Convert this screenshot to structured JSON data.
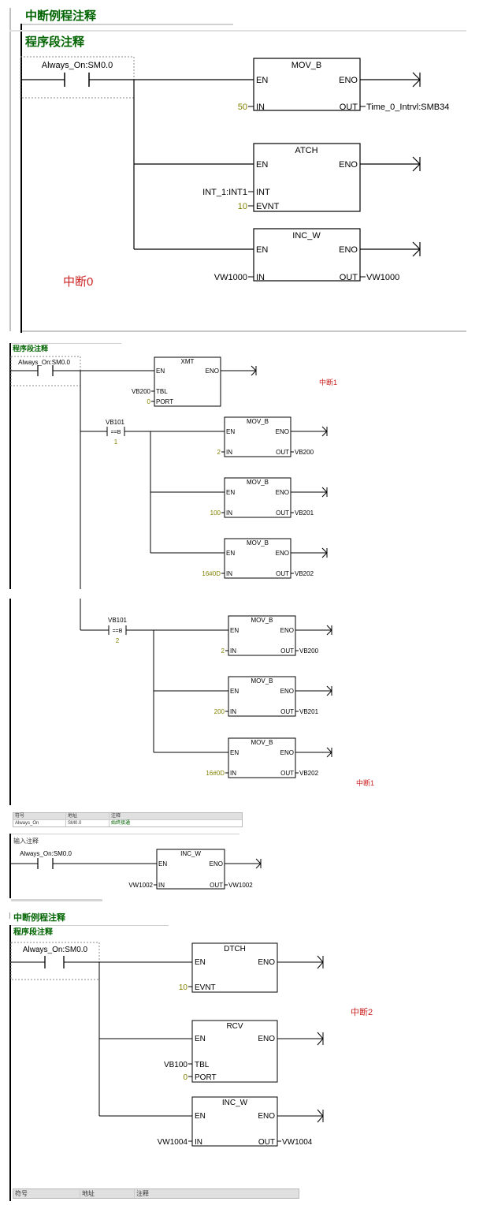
{
  "n1": {
    "title": "中断例程注释",
    "seg": "程序段注释",
    "contact": "Always_On:SM0.0",
    "boxes": [
      {
        "name": "MOV_B",
        "en": "EN",
        "eno": "ENO",
        "p1": "IN",
        "v1": "50",
        "o1": "OUT",
        "ov1": "Time_0_Intrvl:SMB34"
      },
      {
        "name": "ATCH",
        "en": "EN",
        "eno": "ENO",
        "p1": "INT",
        "v1": "INT_1:INT1",
        "p2": "EVNT",
        "v2": "10"
      },
      {
        "name": "INC_W",
        "en": "EN",
        "eno": "ENO",
        "p1": "IN",
        "v1": "VW1000",
        "o1": "OUT",
        "ov1": "VW1000"
      }
    ],
    "note": "中断0"
  },
  "n2": {
    "seg": "程序段注释",
    "contact": "Always_On:SM0.0",
    "xmt": {
      "name": "XMT",
      "en": "EN",
      "eno": "ENO",
      "p1": "TBL",
      "v1": "VB200",
      "p2": "PORT",
      "v2": "0"
    },
    "note": "中断1",
    "cmp1": {
      "addr": "VB101",
      "op": "==B",
      "val": "1"
    },
    "movs1": [
      {
        "name": "MOV_B",
        "en": "EN",
        "eno": "ENO",
        "p1": "IN",
        "v1": "2",
        "o1": "OUT",
        "ov1": "VB200"
      },
      {
        "name": "MOV_B",
        "en": "EN",
        "eno": "ENO",
        "p1": "IN",
        "v1": "100",
        "o1": "OUT",
        "ov1": "VB201"
      },
      {
        "name": "MOV_B",
        "en": "EN",
        "eno": "ENO",
        "p1": "IN",
        "v1": "16#0D",
        "o1": "OUT",
        "ov1": "VB202"
      }
    ],
    "cmp2": {
      "addr": "VB101",
      "op": "==B",
      "val": "2"
    },
    "movs2": [
      {
        "name": "MOV_B",
        "en": "EN",
        "eno": "ENO",
        "p1": "IN",
        "v1": "2",
        "o1": "OUT",
        "ov1": "VB200"
      },
      {
        "name": "MOV_B",
        "en": "EN",
        "eno": "ENO",
        "p1": "IN",
        "v1": "200",
        "o1": "OUT",
        "ov1": "VB201"
      },
      {
        "name": "MOV_B",
        "en": "EN",
        "eno": "ENO",
        "p1": "IN",
        "v1": "16#0D",
        "o1": "OUT",
        "ov1": "VB202"
      }
    ],
    "note2": "中断1",
    "table": {
      "headers": [
        "符号",
        "地址",
        "注释"
      ],
      "rows": [
        [
          "Always_On",
          "SM0.0",
          "始终接通"
        ]
      ]
    },
    "seg2": "输入注释",
    "contact2": "Always_On:SM0.0",
    "inc": {
      "name": "INC_W",
      "en": "EN",
      "eno": "ENO",
      "p1": "IN",
      "v1": "VW1002",
      "o1": "OUT",
      "ov1": "VW1002"
    }
  },
  "n3": {
    "title": "中断例程注释",
    "seg": "程序段注释",
    "contact": "Always_On:SM0.0",
    "dtch": {
      "name": "DTCH",
      "en": "EN",
      "eno": "ENO",
      "p1": "EVNT",
      "v1": "10"
    },
    "rcv": {
      "name": "RCV",
      "en": "EN",
      "eno": "ENO",
      "p1": "TBL",
      "v1": "VB100",
      "p2": "PORT",
      "v2": "0"
    },
    "inc": {
      "name": "INC_W",
      "en": "EN",
      "eno": "ENO",
      "p1": "IN",
      "v1": "VW1004",
      "o1": "OUT",
      "ov1": "VW1004"
    },
    "note": "中断2",
    "table": {
      "headers": [
        "符号",
        "地址",
        "注释"
      ]
    }
  },
  "colors": {
    "title": "#006400",
    "wire": "#000000",
    "const": "#808000",
    "note": "#cc2222",
    "box": "#000000"
  }
}
